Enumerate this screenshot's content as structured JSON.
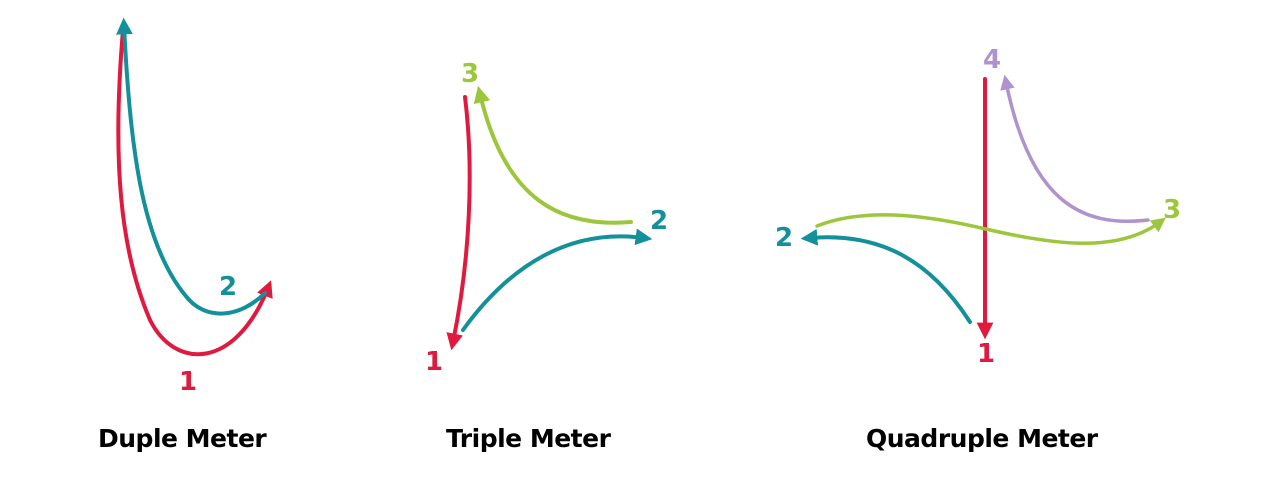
{
  "colors": {
    "red": "#e0193f",
    "teal": "#14909a",
    "green": "#9cc63b",
    "purple": "#b092cc"
  },
  "diagrams": [
    {
      "title": "Duple Meter",
      "beats": [
        {
          "label": "1",
          "color": "red"
        },
        {
          "label": "2",
          "color": "teal"
        }
      ]
    },
    {
      "title": "Triple Meter",
      "beats": [
        {
          "label": "1",
          "color": "red"
        },
        {
          "label": "2",
          "color": "teal"
        },
        {
          "label": "3",
          "color": "green"
        }
      ]
    },
    {
      "title": "Quadruple Meter",
      "beats": [
        {
          "label": "1",
          "color": "red"
        },
        {
          "label": "2",
          "color": "teal"
        },
        {
          "label": "3",
          "color": "green"
        },
        {
          "label": "4",
          "color": "purple"
        }
      ]
    }
  ]
}
